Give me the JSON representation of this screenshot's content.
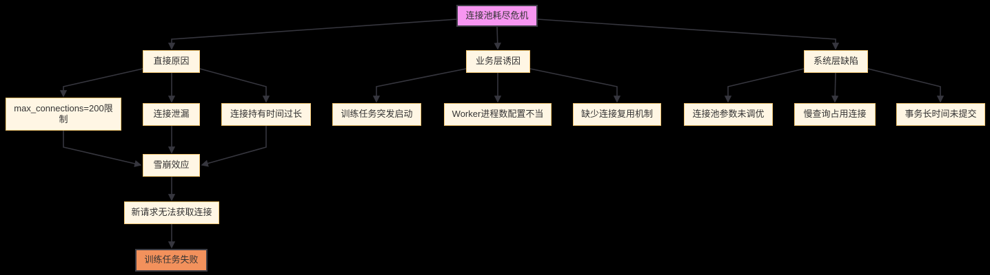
{
  "diagram": {
    "type": "flowchart",
    "direction": "top-down",
    "background_color": "#000000",
    "edge_color": "#36363e"
  },
  "colors": {
    "default_node_fill": "#fff6e4",
    "default_node_border": "#f2c46d",
    "crisis_node_fill": "#f796f1",
    "result_node_fill": "#f2915c",
    "dark_border": "#3d3d45",
    "text": "#333333"
  },
  "nodes": {
    "root": {
      "label": "连接池耗尽危机"
    },
    "direct": {
      "label": "直接原因"
    },
    "biz": {
      "label": "业务层诱因"
    },
    "sys": {
      "label": "系统层缺陷"
    },
    "maxconn": {
      "label": "max_connections=200限制"
    },
    "leak": {
      "label": "连接泄漏"
    },
    "hold": {
      "label": "连接持有时间过长"
    },
    "burst": {
      "label": "训练任务突发启动"
    },
    "worker": {
      "label": "Worker进程数配置不当"
    },
    "reuse": {
      "label": "缺少连接复用机制"
    },
    "pool": {
      "label": "连接池参数未调优"
    },
    "slow": {
      "label": "慢查询占用连接"
    },
    "txn": {
      "label": "事务长时间未提交"
    },
    "avalanche": {
      "label": "雪崩效应"
    },
    "norequest": {
      "label": "新请求无法获取连接"
    },
    "fail": {
      "label": "训练任务失败"
    }
  },
  "edges": [
    {
      "from": "连接池耗尽危机",
      "to": "直接原因"
    },
    {
      "from": "连接池耗尽危机",
      "to": "业务层诱因"
    },
    {
      "from": "连接池耗尽危机",
      "to": "系统层缺陷"
    },
    {
      "from": "直接原因",
      "to": "max_connections=200限制"
    },
    {
      "from": "直接原因",
      "to": "连接泄漏"
    },
    {
      "from": "直接原因",
      "to": "连接持有时间过长"
    },
    {
      "from": "max_connections=200限制",
      "to": "雪崩效应"
    },
    {
      "from": "连接泄漏",
      "to": "雪崩效应"
    },
    {
      "from": "连接持有时间过长",
      "to": "雪崩效应"
    },
    {
      "from": "雪崩效应",
      "to": "新请求无法获取连接"
    },
    {
      "from": "新请求无法获取连接",
      "to": "训练任务失败"
    },
    {
      "from": "业务层诱因",
      "to": "训练任务突发启动"
    },
    {
      "from": "业务层诱因",
      "to": "Worker进程数配置不当"
    },
    {
      "from": "业务层诱因",
      "to": "缺少连接复用机制"
    },
    {
      "from": "系统层缺陷",
      "to": "连接池参数未调优"
    },
    {
      "from": "系统层缺陷",
      "to": "慢查询占用连接"
    },
    {
      "from": "系统层缺陷",
      "to": "事务长时间未提交"
    }
  ]
}
